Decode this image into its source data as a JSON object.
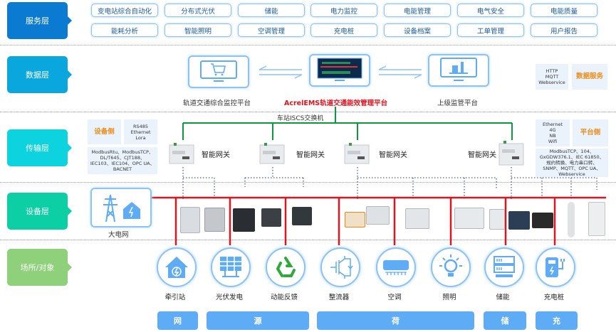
{
  "layers": [
    {
      "label": "服务层",
      "color": "#0a7bd0"
    },
    {
      "label": "数据层",
      "color": "#0aa6de"
    },
    {
      "label": "传输层",
      "color": "#0dd3de"
    },
    {
      "label": "设备层",
      "color": "#0dcfa6"
    },
    {
      "label": "场所/对象",
      "color": "#8fd07a"
    }
  ],
  "services": {
    "row1": [
      "变电站综合自动化",
      "分布式光伏",
      "储能",
      "电力监控",
      "电能管理",
      "电气安全",
      "电能质量"
    ],
    "row2": [
      "能耗分析",
      "智能照明",
      "空调管理",
      "充电桩",
      "设备档案",
      "工单管理",
      "用户报告"
    ]
  },
  "data_layer": {
    "left_platform": "轨道交通综合监控平台",
    "center_platform": "AcrelEMS轨道交通能效管理平台",
    "right_platform": "上级监管平台",
    "protocols": "HTTP\nMQTT\nWebservice",
    "service_label": "数据服务"
  },
  "transport": {
    "switch_label": "车站ISCS交换机",
    "gateway_label": "智能网关",
    "device_side": {
      "title": "设备侧",
      "physical": "RS485\nEthernet\nLora",
      "protocols": "ModbusRtu、ModbusTCP、DL/T645、CJT188、IEC103、IEC104、OPC UA、BACNET"
    },
    "platform_side": {
      "title": "平台侧",
      "physical": "Ethernet\n4G\nNB\nWifi",
      "protocols": "ModbusTCP、104、GxGDW376.1、IEC 61850、规约转换、电力串口转、SNMP、MQTT、OPC UA、Webservice"
    }
  },
  "device_layer": {
    "grid_label": "大电网"
  },
  "objects": [
    {
      "label": "牵引站",
      "icon": "house-bolt-icon"
    },
    {
      "label": "光伏发电",
      "icon": "solar-panel-icon"
    },
    {
      "label": "动能反馈",
      "icon": "recycle-icon"
    },
    {
      "label": "整流器",
      "icon": "igbt-icon"
    },
    {
      "label": "空调",
      "icon": "air-conditioner-icon"
    },
    {
      "label": "照明",
      "icon": "lightbulb-icon"
    },
    {
      "label": "储能",
      "icon": "battery-rack-icon"
    },
    {
      "label": "充电桩",
      "icon": "charging-station-icon"
    }
  ],
  "categories": [
    "网",
    "源",
    "荷",
    "储",
    "充"
  ],
  "colors": {
    "bus_red": "#e0141e",
    "link_green": "#0a9a3c",
    "accent_blue": "#5eacf5",
    "title_red": "#e0141e"
  }
}
